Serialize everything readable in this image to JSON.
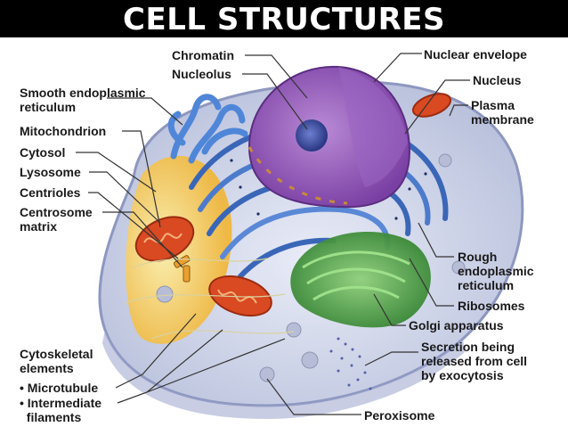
{
  "title": "CELL STRUCTURES",
  "colors": {
    "title_bg": "#000000",
    "title_text": "#ffffff",
    "label_text": "#1a1a1a",
    "leader_line": "#333333",
    "er": "#3a66b8",
    "nucleus": "#8a55b0",
    "golgi": "#3f9a3a",
    "mitochondrion": "#d94a22",
    "cytosol": "#f3c23a"
  },
  "labels": {
    "chromatin": "Chromatin",
    "nucleolus": "Nucleolus",
    "smooth_er": "Smooth endoplasmic\nreticulum",
    "mitochondrion": "Mitochondrion",
    "cytosol": "Cytosol",
    "lysosome": "Lysosome",
    "centrioles": "Centrioles",
    "centrosome_matrix": "Centrosome\nmatrix",
    "cytoskeletal": "Cytoskeletal\nelements",
    "microtubule": "• Microtubule",
    "intermediate": "• Intermediate\n  filaments",
    "nuclear_envelope": "Nuclear envelope",
    "nucleus": "Nucleus",
    "plasma_membrane": "Plasma\nmembrane",
    "rough_er": "Rough\nendoplasmic\nreticulum",
    "ribosomes": "Ribosomes",
    "golgi": "Golgi apparatus",
    "secretion": "Secretion being\nreleased from cell\nby exocytosis",
    "peroxisome": "Peroxisome"
  }
}
